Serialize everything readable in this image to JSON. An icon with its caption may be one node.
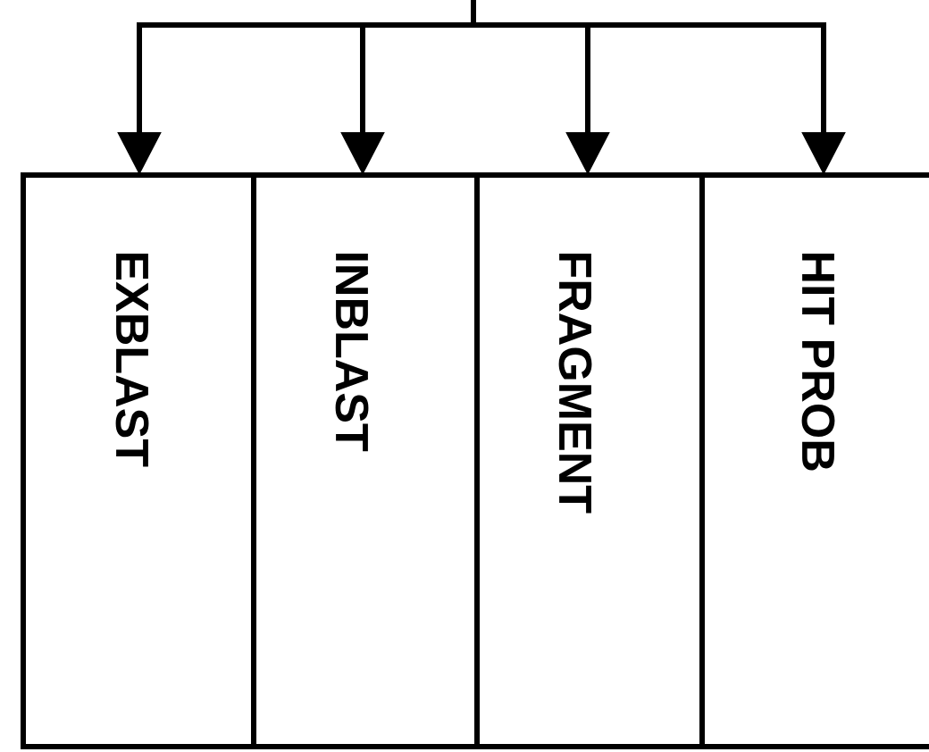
{
  "diagram": {
    "nodes": [
      {
        "text": [
          "EXBLAST"
        ]
      },
      {
        "text": [
          "INBLAST"
        ]
      },
      {
        "text": [
          "FRAGMENT"
        ]
      },
      {
        "text": [
          "HIT PROB"
        ]
      }
    ],
    "edges": [
      {
        "from": null,
        "to": 0,
        "arrow": "to"
      },
      {
        "from": null,
        "to": 1,
        "arrow": "to"
      },
      {
        "from": null,
        "to": 2,
        "arrow": "to"
      },
      {
        "from": null,
        "to": 3,
        "arrow": "to"
      }
    ]
  }
}
